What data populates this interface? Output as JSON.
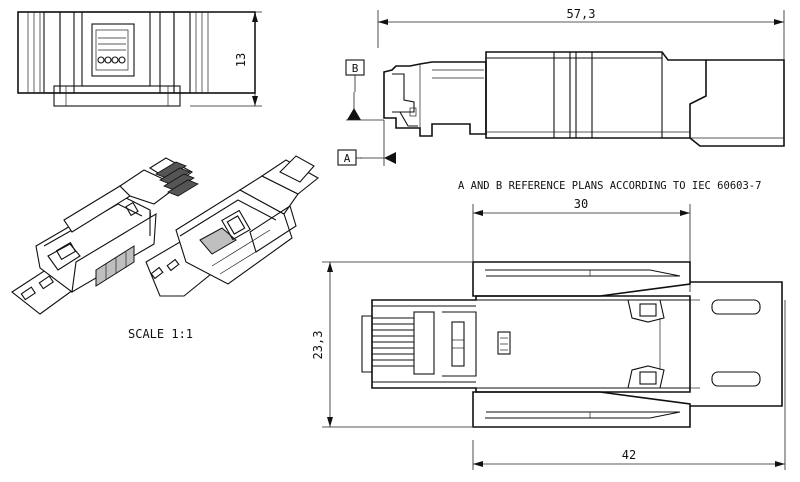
{
  "dimensions": {
    "top_height": "13",
    "side_length": "57,3",
    "top_width": "30",
    "bottom_height": "23,3",
    "bottom_length": "42"
  },
  "datums": {
    "b": "B",
    "a": "A"
  },
  "reference_note": "A AND B REFERENCE PLANS ACCORDING TO IEC 60603-7",
  "scale_label": "SCALE 1:1",
  "colors": {
    "line": "#111111",
    "shade": "#bfbfbf",
    "background": "#ffffff"
  }
}
